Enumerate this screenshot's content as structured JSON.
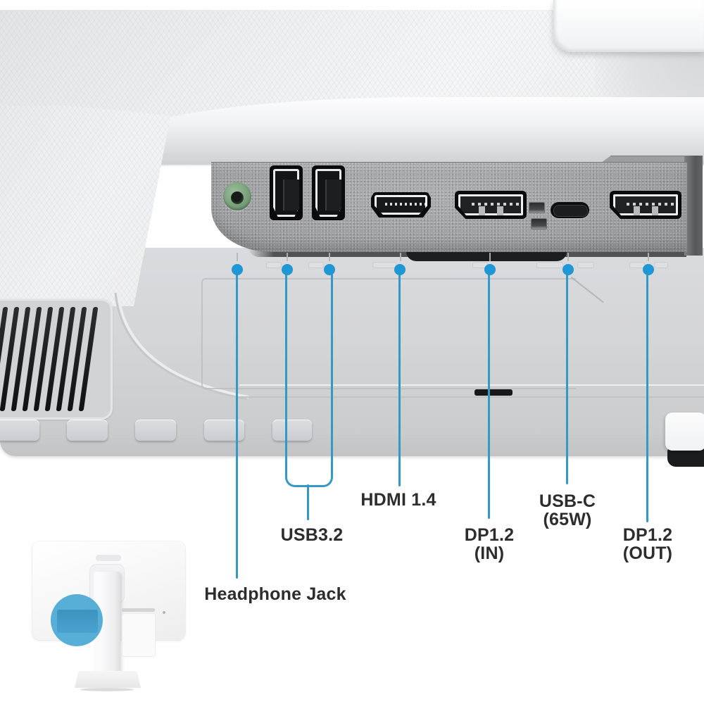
{
  "product_callouts": {
    "ports": [
      {
        "id": "headphone-jack",
        "label": "Headphone Jack"
      },
      {
        "id": "usb-a-port-1",
        "label": "USB3.2"
      },
      {
        "id": "usb-a-port-2",
        "label": "USB3.2"
      },
      {
        "id": "hdmi-port",
        "label": "HDMI 1.4"
      },
      {
        "id": "displayport-in",
        "label": "DP1.2",
        "sub_label": "(IN)"
      },
      {
        "id": "usb-c-port",
        "label": "USB-C",
        "sub_label": "(65W)"
      },
      {
        "id": "displayport-out",
        "label": "DP1.2",
        "sub_label": "(OUT)"
      }
    ]
  },
  "colors": {
    "callout_dot": "#1f97d4",
    "callout_line": "#3399c6",
    "label_text": "#2d2d2d",
    "headphone_jack_green": "#7ca57e",
    "inset_highlight_circle": "#57aed7"
  }
}
